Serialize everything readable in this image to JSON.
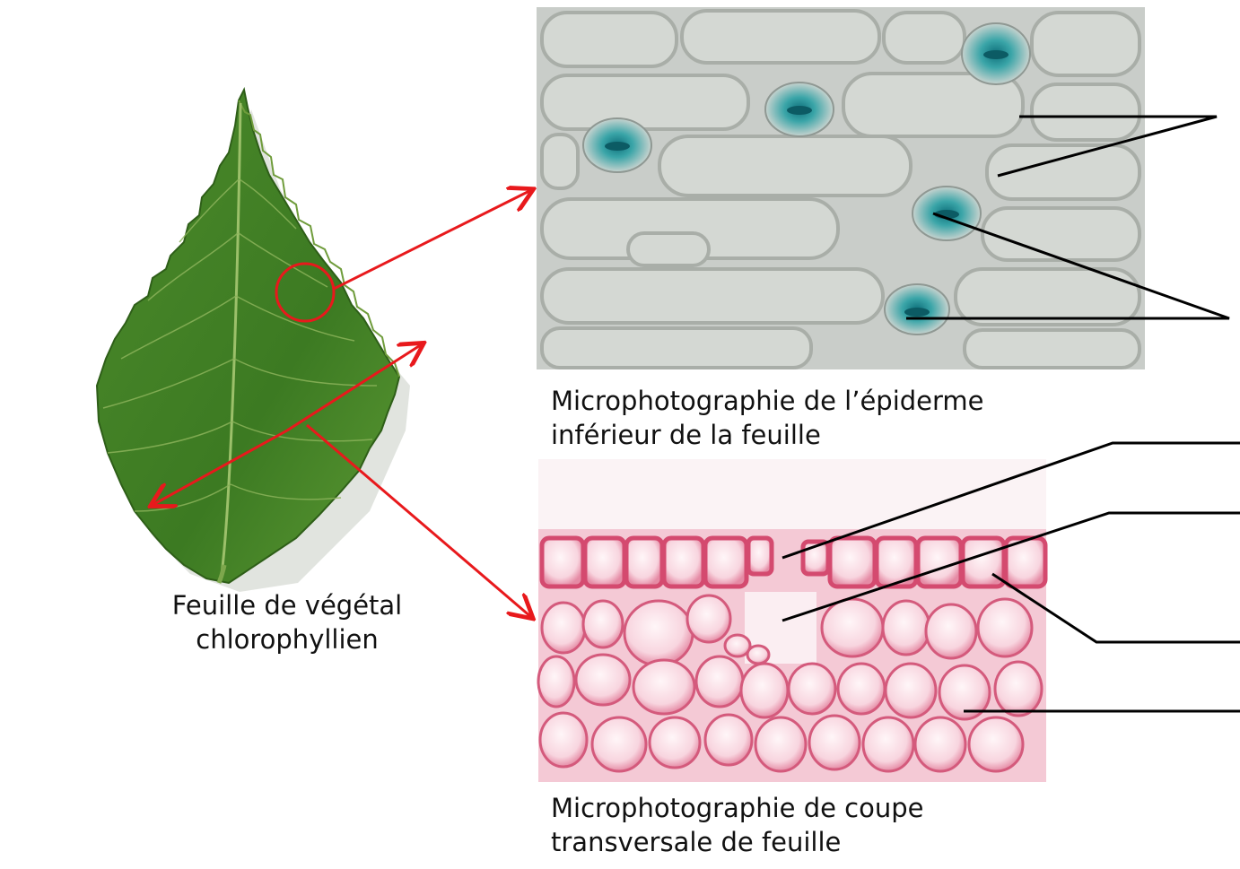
{
  "captions": {
    "leaf": [
      "Feuille de végétal",
      "chlorophyllien"
    ],
    "epidermis": [
      "Microphotographie de l’épiderme",
      "inférieur de la feuille"
    ],
    "cross_section": [
      "Microphotographie de coupe",
      "transversale de feuille"
    ]
  },
  "colors": {
    "arrow": "#e8191c",
    "leader_line": "#000000",
    "leaf": "#3f7d24",
    "epidermis_background": "#c9cdc9",
    "stomata": "#1f8e94",
    "cross_section_tissue": "#e6a6b8",
    "cross_section_wall": "#d44a6f"
  },
  "icons": {
    "leaf": "leaf-photo",
    "epidermis": "epidermis-micrograph",
    "cross_section": "leaf-cross-section-micrograph"
  }
}
